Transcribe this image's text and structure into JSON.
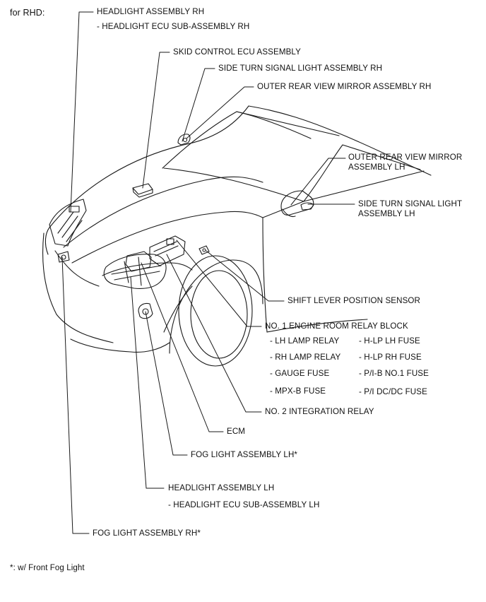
{
  "header": {
    "variant": "for RHD:"
  },
  "labels": {
    "headlight_rh": "HEADLIGHT ASSEMBLY RH",
    "headlight_ecu_rh": "- HEADLIGHT ECU SUB-ASSEMBLY RH",
    "skid_control_ecu": "SKID CONTROL ECU ASSEMBLY",
    "side_turn_rh": "SIDE TURN SIGNAL LIGHT ASSEMBLY RH",
    "outer_mirror_rh": "OUTER REAR VIEW MIRROR ASSEMBLY RH",
    "outer_mirror_lh_1": "OUTER REAR VIEW MIRROR",
    "outer_mirror_lh_2": "ASSEMBLY LH",
    "side_turn_lh_1": "SIDE TURN SIGNAL LIGHT",
    "side_turn_lh_2": "ASSEMBLY LH",
    "shift_lever_sensor": "SHIFT LEVER POSITION SENSOR",
    "relay_block": "NO. 1 ENGINE ROOM RELAY BLOCK",
    "relay_items": [
      "- LH LAMP RELAY",
      "- H-LP LH FUSE",
      "- RH LAMP RELAY",
      "- H-LP RH FUSE",
      "- GAUGE FUSE",
      "- P/I-B NO.1 FUSE",
      "- MPX-B FUSE",
      "- P/I DC/DC FUSE"
    ],
    "integration_relay": "NO. 2 INTEGRATION RELAY",
    "ecm": "ECM",
    "fog_lh": "FOG LIGHT ASSEMBLY LH*",
    "headlight_lh": "HEADLIGHT ASSEMBLY LH",
    "headlight_ecu_lh": "- HEADLIGHT ECU SUB-ASSEMBLY LH",
    "fog_rh": "FOG LIGHT ASSEMBLY RH*"
  },
  "footnote": "*: w/ Front Fog Light"
}
